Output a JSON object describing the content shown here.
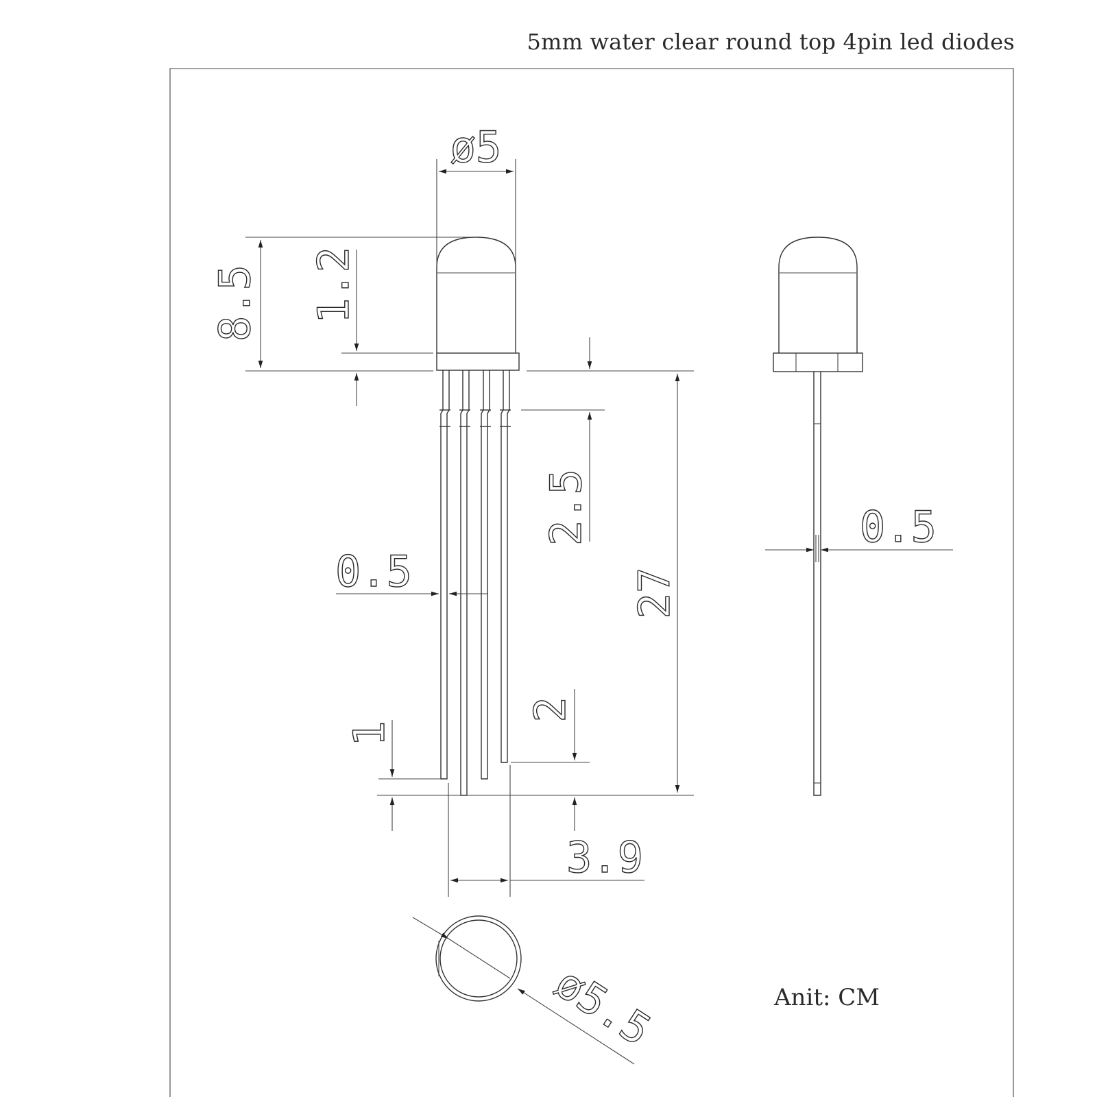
{
  "title": "5mm water clear round top 4pin led diodes",
  "unit_note": "Anit: CM",
  "dimensions": {
    "lens_diameter": "ø5",
    "total_height": "8.5",
    "flange_height": "1.2",
    "standoff": "2.5",
    "lead_length": "27",
    "lead_width_front": "0.5",
    "lead_width_side": "0.5",
    "lead_offset_short": "1",
    "lead_offset_long": "2",
    "lead_span": "3.9",
    "flange_diameter": "ø5.5"
  },
  "colors": {
    "line": "#333333",
    "text": "#2a2a2a",
    "background": "#ffffff"
  }
}
